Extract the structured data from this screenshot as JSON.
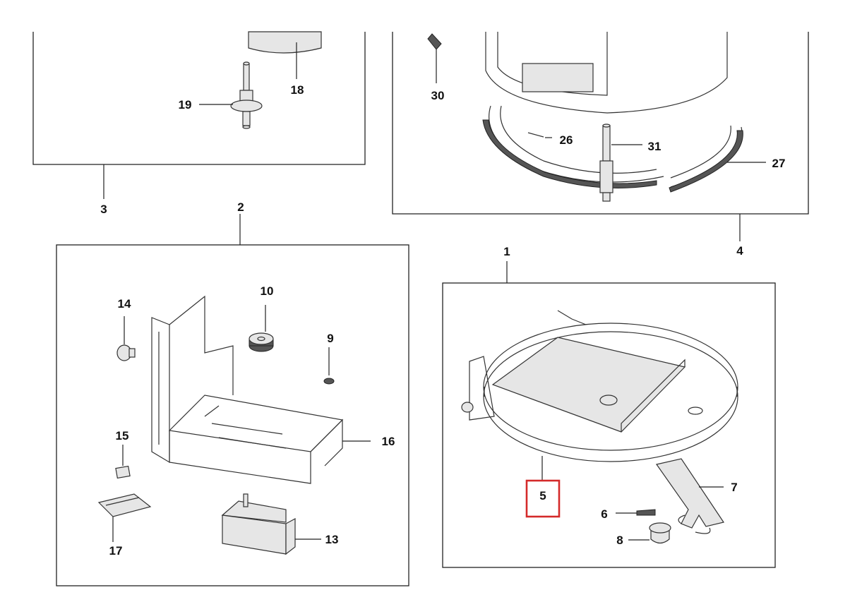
{
  "callouts": {
    "c1": "1",
    "c2": "2",
    "c3": "3",
    "c4": "4",
    "c5": "5",
    "c6": "6",
    "c7": "7",
    "c8": "8",
    "c9": "9",
    "c10": "10",
    "c13": "13",
    "c14": "14",
    "c15": "15",
    "c16": "16",
    "c17": "17",
    "c18": "18",
    "c19": "19",
    "c26": "26",
    "c27": "27",
    "c30": "30",
    "c31": "31"
  },
  "highlight": {
    "target": "5",
    "color": "#d42a2a"
  }
}
